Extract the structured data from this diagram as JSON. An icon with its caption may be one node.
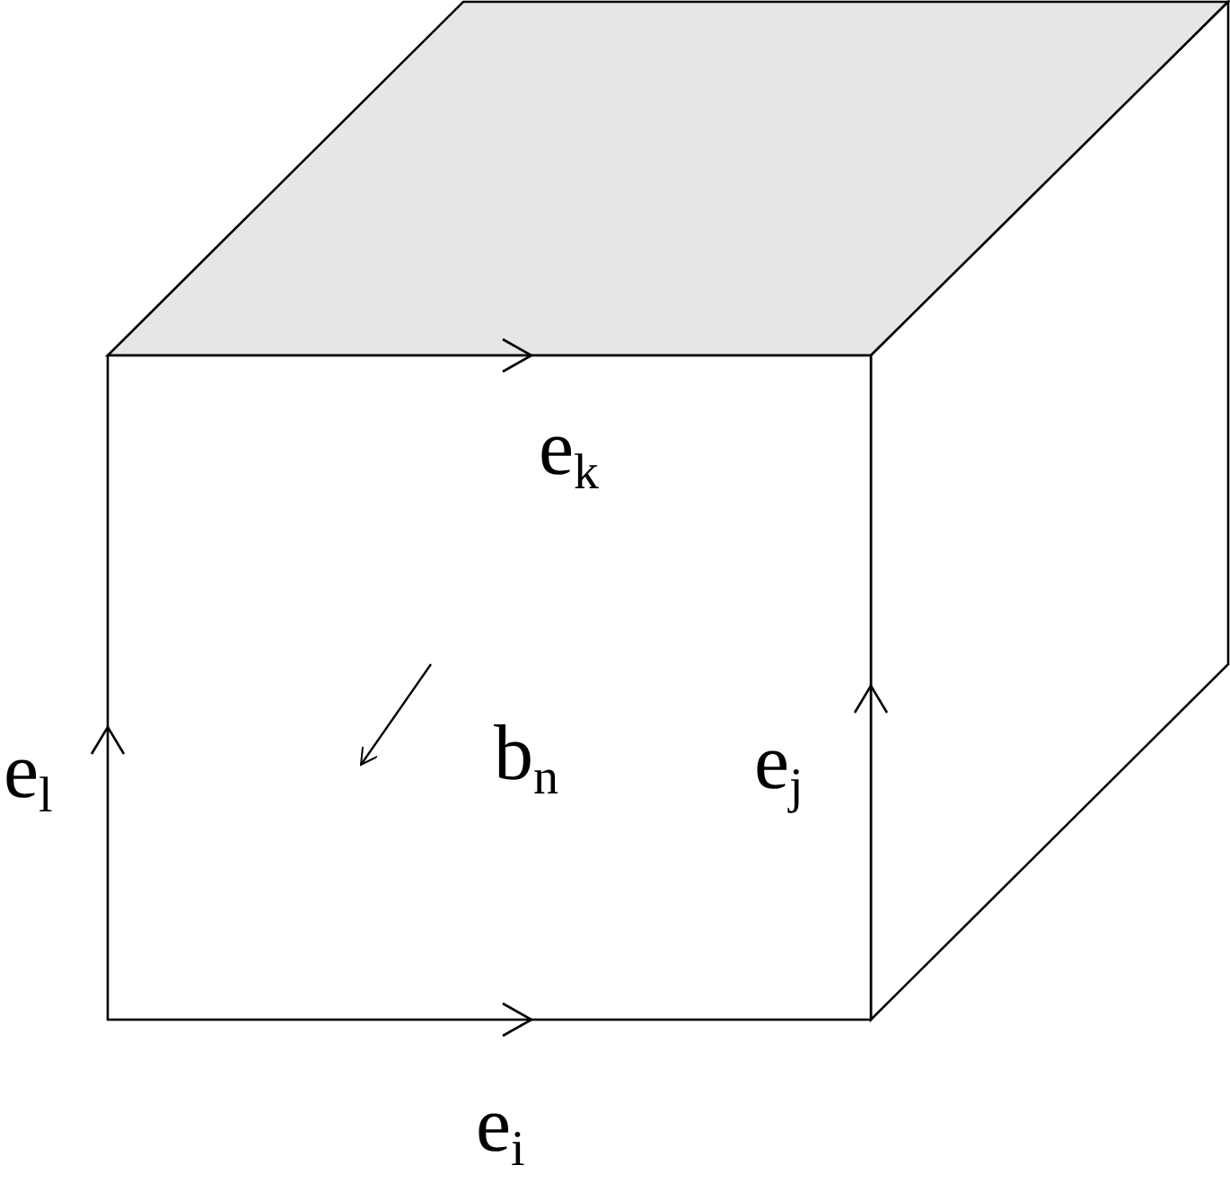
{
  "diagram": {
    "labels": [
      "e$_{k}$",
      "e$_{l}$",
      "b$_{n}$",
      "e$_{j}$",
      "e$_{i}$"
    ]
  }
}
